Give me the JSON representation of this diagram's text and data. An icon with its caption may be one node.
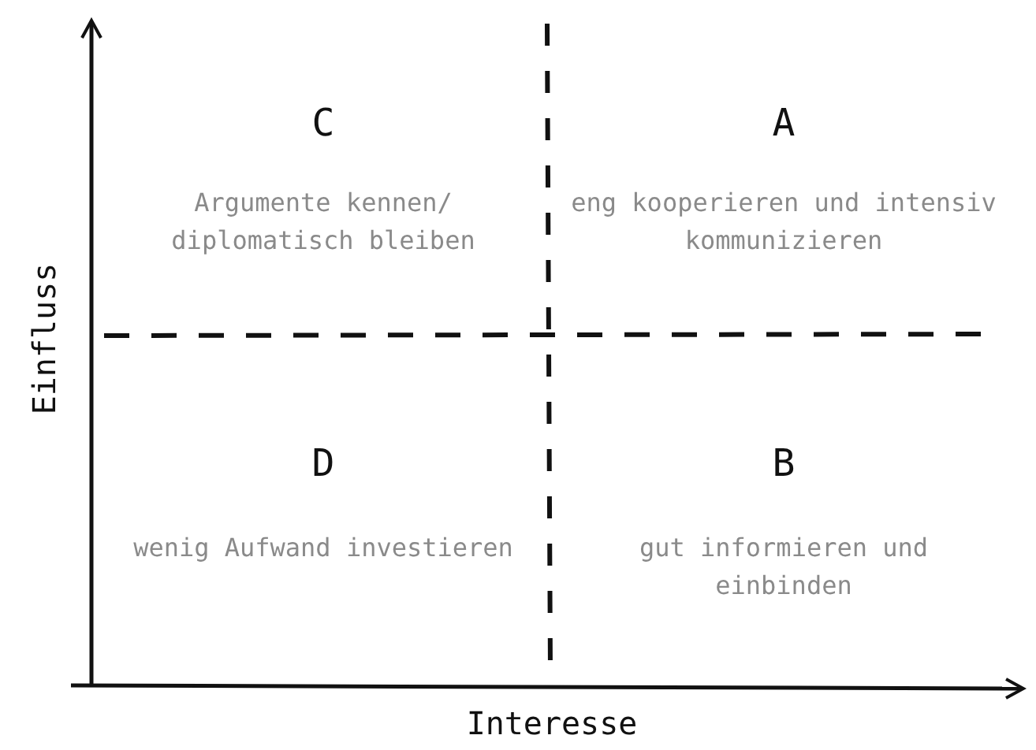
{
  "diagram": {
    "labels": [
      "C",
      "Argumente kennen/ diplomatisch bleiben",
      "A",
      "eng kooperieren und intensiv kommunizieren",
      "D",
      "wenig Aufwand investieren",
      "B",
      "gut informieren und einbinden",
      "Einfluss",
      "Interesse"
    ]
  }
}
